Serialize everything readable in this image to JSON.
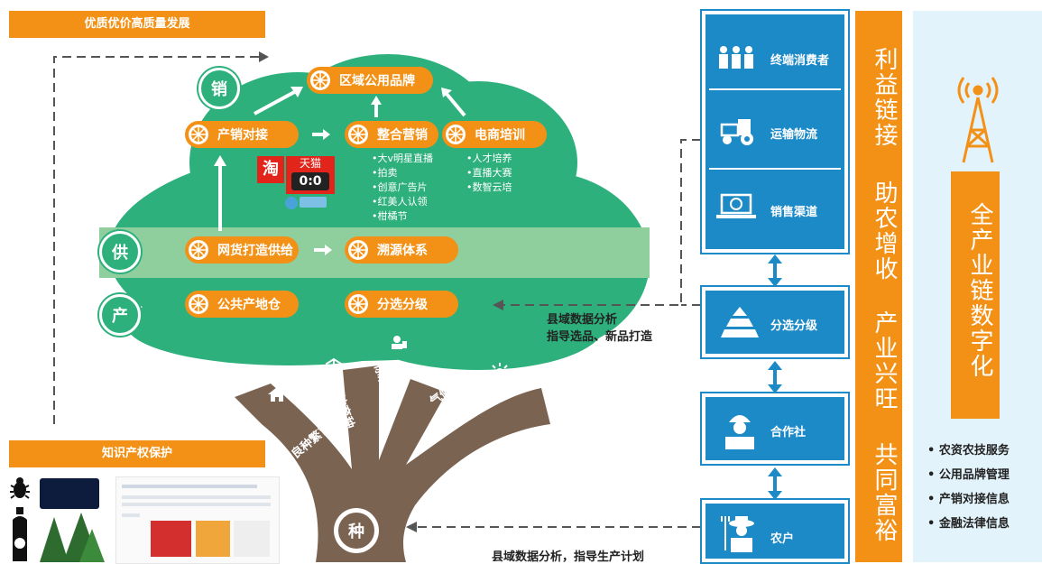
{
  "headers": {
    "quality": "优质优价高质量发展",
    "ip": "知识产权保护"
  },
  "circles": {
    "sell": "销",
    "supply": "供",
    "produce": "产",
    "plant": "种"
  },
  "pills": {
    "regional_brand": "区域公用品牌",
    "connect": "产销对接",
    "marketing": "整合营销",
    "ecommerce": "电商培训",
    "supply_chain": "网货打造供给",
    "trace": "溯源体系",
    "warehouse": "公共产地仓",
    "grading": "分选分级"
  },
  "marketing_bullets": [
    "•大v明星直播",
    "•拍卖",
    "•创意广告片",
    "•红美人认领",
    "•柑橘节"
  ],
  "ecommerce_bullets": [
    "•人才培养",
    "•直播大赛",
    "•数智云培"
  ],
  "platforms": {
    "tao": "淘",
    "tmall": "天猫",
    "tmall_sub": "0:0"
  },
  "branches": {
    "seed": "良种繁育",
    "farming": "科技育种",
    "standard": "标准种植",
    "climate": "气候环境"
  },
  "annotations": {
    "data1_line1": "县域数据分析",
    "data1_line2": "指导选品、新品打造",
    "data2": "县域数据分析，指导生产计划"
  },
  "chain_nodes": {
    "consumer": "终端消费者",
    "logistics": "运输物流",
    "channel": "销售渠道",
    "grading": "分选分级",
    "coop": "合作社",
    "farmer": "农户"
  },
  "orange_column": {
    "benefit": "利益链接",
    "help": "助农增收",
    "industry": "产业兴旺",
    "wealth": "共同富裕"
  },
  "right_panel": {
    "title": "全产业链数字化",
    "items": [
      "• 农资农技服务",
      "• 公用品牌管理",
      "• 产销对接信息",
      "• 金融法律信息"
    ]
  },
  "colors": {
    "orange": "#f39117",
    "green": "#2eb07d",
    "light_green": "#8fcf9d",
    "blue": "#1d8ac8",
    "light_blue": "#e3f3fb",
    "trunk": "#7b6352"
  }
}
